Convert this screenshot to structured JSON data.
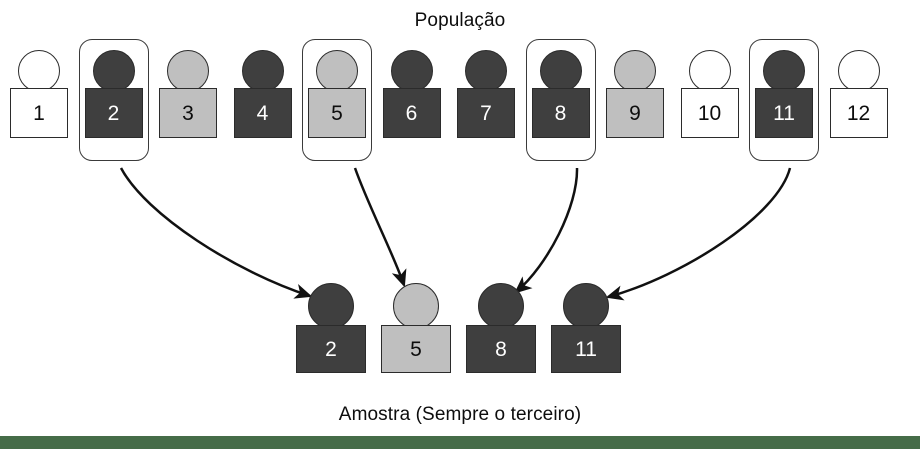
{
  "diagram": {
    "population_title": "População",
    "sample_title": "Amostra (Sempre o terceiro)",
    "interval": 3,
    "population": [
      {
        "label": "1",
        "fill": "white",
        "selected": false
      },
      {
        "label": "2",
        "fill": "dark",
        "selected": true
      },
      {
        "label": "3",
        "fill": "light",
        "selected": false
      },
      {
        "label": "4",
        "fill": "dark",
        "selected": false
      },
      {
        "label": "5",
        "fill": "light",
        "selected": true
      },
      {
        "label": "6",
        "fill": "dark",
        "selected": false
      },
      {
        "label": "7",
        "fill": "dark",
        "selected": false
      },
      {
        "label": "8",
        "fill": "dark",
        "selected": true
      },
      {
        "label": "9",
        "fill": "light",
        "selected": false
      },
      {
        "label": "10",
        "fill": "white",
        "selected": false
      },
      {
        "label": "11",
        "fill": "dark",
        "selected": true
      },
      {
        "label": "12",
        "fill": "white",
        "selected": false
      }
    ],
    "sample": [
      {
        "label": "2",
        "fill": "dark"
      },
      {
        "label": "5",
        "fill": "light"
      },
      {
        "label": "8",
        "fill": "dark"
      },
      {
        "label": "11",
        "fill": "dark"
      }
    ],
    "arrows": [
      {
        "from": "2",
        "to": "2"
      },
      {
        "from": "5",
        "to": "5"
      },
      {
        "from": "8",
        "to": "8"
      },
      {
        "from": "11",
        "to": "11"
      }
    ],
    "colors": {
      "white_fill": "#ffffff",
      "light_fill": "#bfbfbf",
      "dark_fill": "#3f3f3f",
      "outline": "#2b2b2b",
      "footer_bar": "#456c48",
      "text": "#0d0d0d"
    }
  }
}
